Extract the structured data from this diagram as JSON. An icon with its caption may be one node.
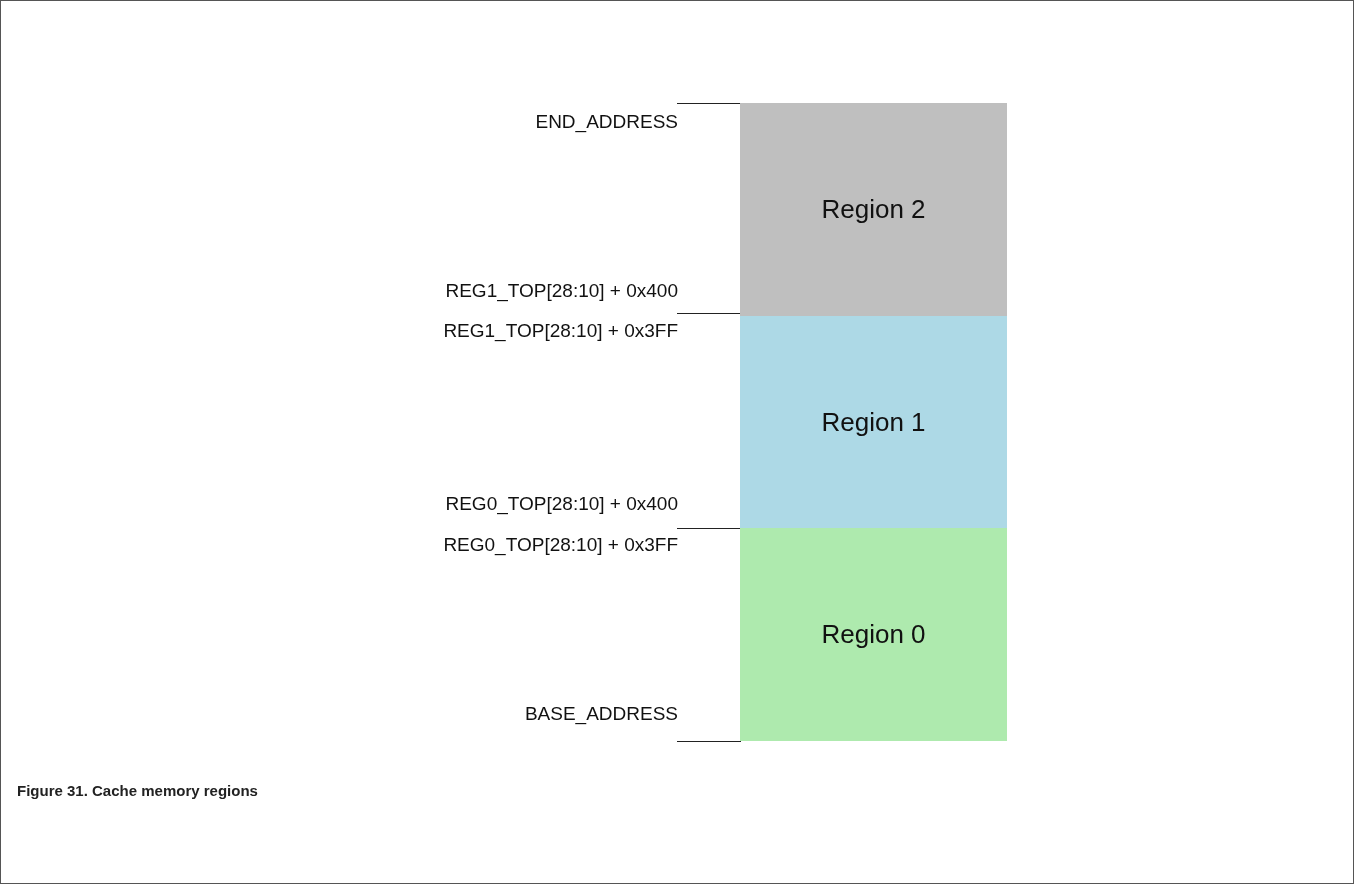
{
  "diagram": {
    "caption": "Figure 31. Cache memory regions",
    "nodes": [
      {
        "text": [
          "Region 2"
        ]
      },
      {
        "text": [
          "Region 1"
        ]
      },
      {
        "text": [
          "Region 0"
        ]
      }
    ],
    "edges": [],
    "labels": [
      "END_ADDRESS",
      "REG1_TOP[28:10] + 0x400",
      "REG1_TOP[28:10] + 0x3FF",
      "REG0_TOP[28:10] + 0x400",
      "REG0_TOP[28:10] + 0x3FF",
      "BASE_ADDRESS"
    ]
  }
}
